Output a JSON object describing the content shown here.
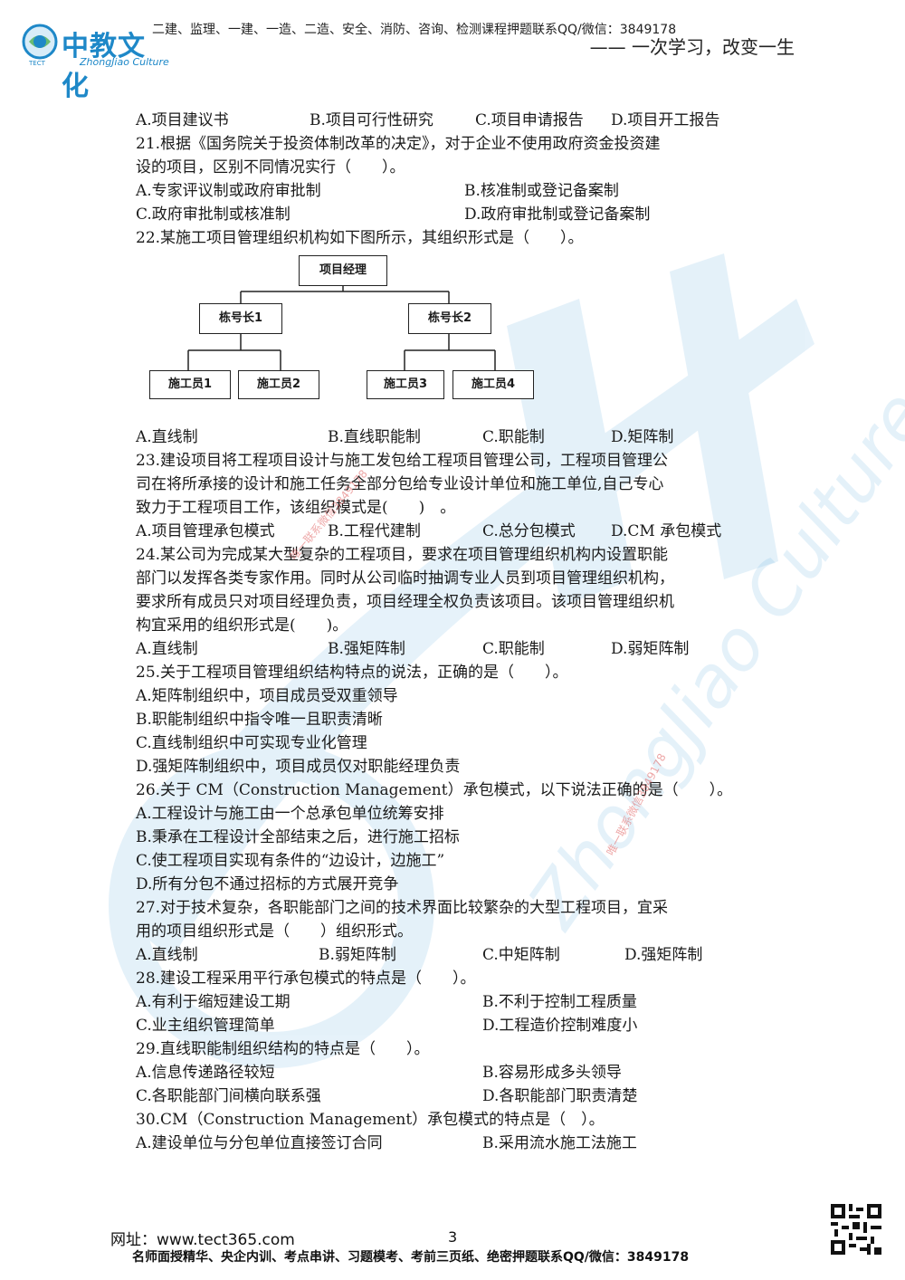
{
  "header": {
    "logo_text": "中教文化",
    "logo_sub": "ZhongJiao Culture",
    "logo_tect": "TECT",
    "contact_line": "二建、监理、一建、一造、二造、安全、消防、咨询、检测课程押题联系QQ/微信：3849178",
    "slogan": "—— 一次学习，改变一生"
  },
  "content": {
    "q20_options": [
      "A.项目建议书",
      "B.项目可行性研究",
      "C.项目申请报告",
      "D.项目开工报告"
    ],
    "q21": {
      "stem": [
        "21.根据《国务院关于投资体制改革的决定》，对于企业不使用政府资金投资建",
        "设的项目，区别不同情况实行（　　）。"
      ],
      "options": [
        "A.专家评议制或政府审批制",
        "B.核准制或登记备案制",
        "C.政府审批制或核准制",
        "D.政府审批制或登记备案制"
      ]
    },
    "q22": {
      "stem": [
        "22.某施工项目管理组织机构如下图所示，其组织形式是（　　）。"
      ],
      "org_chart": {
        "root": "项目经理",
        "level2": [
          "栋号长1",
          "栋号长2"
        ],
        "level3": [
          "施工员1",
          "施工员2",
          "施工员3",
          "施工员4"
        ]
      },
      "options": [
        "A.直线制",
        "B.直线职能制",
        "C.职能制",
        "D.矩阵制"
      ]
    },
    "q23": {
      "stem": [
        "23.建设项目将工程项目设计与施工发包给工程项目管理公司，工程项目管理公",
        "司在将所承接的设计和施工任务全部分包给专业设计单位和施工单位,自己专心",
        "致力于工程项目工作，该组织模式是(　　)　。"
      ],
      "options": [
        "A.项目管理承包模式",
        "B.工程代建制",
        "C.总分包模式",
        "D.CM 承包模式"
      ]
    },
    "q24": {
      "stem": [
        "24.某公司为完成某大型复杂的工程项目，要求在项目管理组织机构内设置职能",
        "部门以发挥各类专家作用。同时从公司临时抽调专业人员到项目管理组织机构，",
        "要求所有成员只对项目经理负责，项目经理全权负责该项目。该项目管理组织机",
        "构宜采用的组织形式是(　　)。"
      ],
      "options": [
        "A.直线制",
        "B.强矩阵制",
        "C.职能制",
        "D.弱矩阵制"
      ]
    },
    "q25": {
      "stem": [
        "25.关于工程项目管理组织结构特点的说法，正确的是（　　）。"
      ],
      "options": [
        "A.矩阵制组织中，项目成员受双重领导",
        "B.职能制组织中指令唯一且职责清晰",
        "C.直线制组织中可实现专业化管理",
        "D.强矩阵制组织中，项目成员仅对职能经理负责"
      ]
    },
    "q26": {
      "stem": [
        "26.关于 CM（Construction Management）承包模式，以下说法正确的是（　　）。"
      ],
      "options": [
        "A.工程设计与施工由一个总承包单位统筹安排",
        "B.秉承在工程设计全部结束之后，进行施工招标",
        "C.使工程项目实现有条件的“边设计，边施工”",
        "D.所有分包不通过招标的方式展开竞争"
      ]
    },
    "q27": {
      "stem": [
        "27.对于技术复杂，各职能部门之间的技术界面比较繁杂的大型工程项目，宜采",
        "用的项目组织形式是（　　）组织形式。"
      ],
      "options": [
        "A.直线制",
        "B.弱矩阵制",
        "C.中矩阵制",
        "D.强矩阵制"
      ]
    },
    "q28": {
      "stem": [
        "28.建设工程采用平行承包模式的特点是（　　）。"
      ],
      "options": [
        "A.有利于缩短建设工期",
        "B.不利于控制工程质量",
        "C.业主组织管理简单",
        "D.工程造价控制难度小"
      ]
    },
    "q29": {
      "stem": [
        "29.直线职能制组织结构的特点是（　　）。"
      ],
      "options": [
        "A.信息传递路径较短",
        "B.容易形成多头领导",
        "C.各职能部门间横向联系强",
        "D.各职能部门职责清楚"
      ]
    },
    "q30": {
      "stem": [
        "30.CM（Construction Management）承包模式的特点是（　）。"
      ],
      "options": [
        "A.建设单位与分包单位直接签订合同",
        "B.采用流水施工法施工"
      ]
    }
  },
  "watermark": {
    "text": "ZhongJiao Culture",
    "stamp": "唯一联系微信3849178"
  },
  "footer": {
    "website": "网址：www.tect365.com",
    "page_number": "3",
    "promo": "名师面授精华、央企内训、考点串讲、习题模考、考前三页纸、绝密押题联系QQ/微信：3849178"
  }
}
